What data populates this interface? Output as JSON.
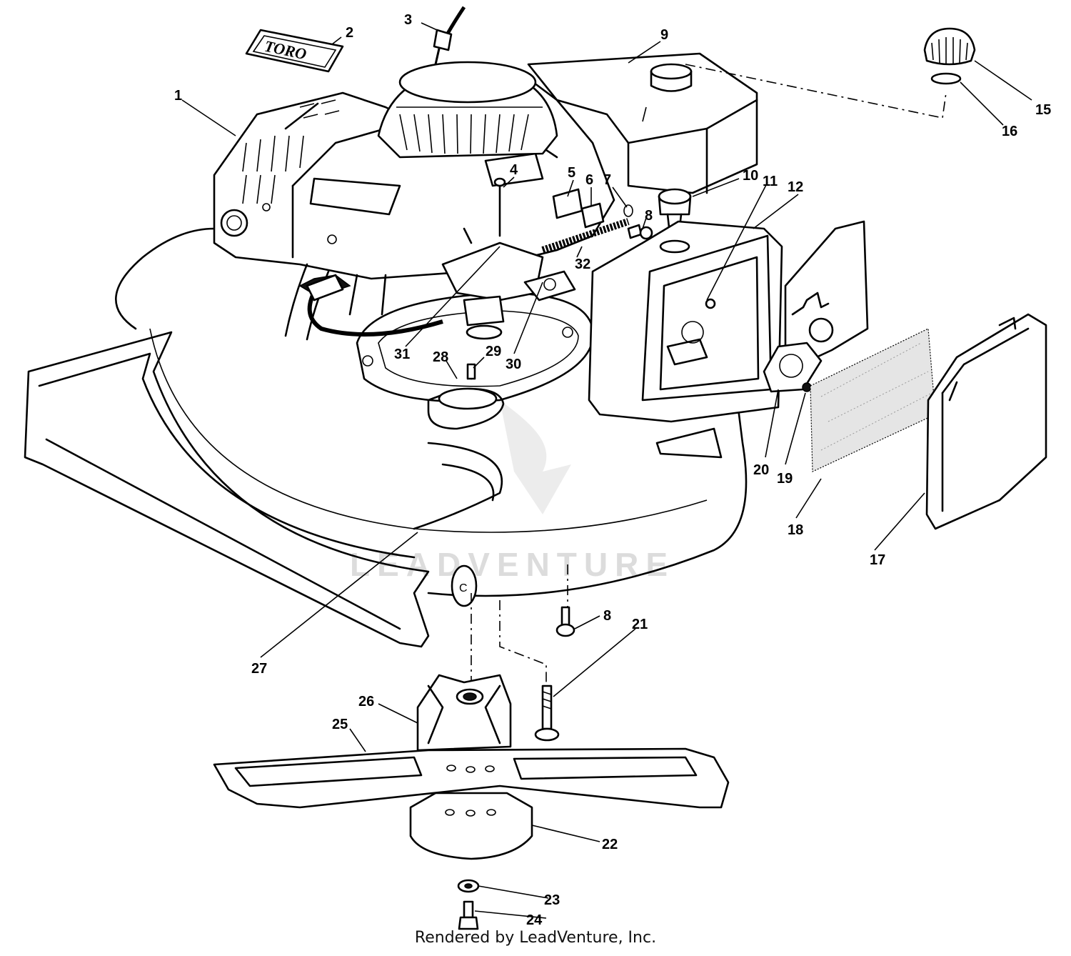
{
  "brand_plate_text": "TORO",
  "watermark_text": "LEADVENTURE",
  "footer_text": "Rendered by LeadVenture, Inc.",
  "callouts": [
    "1",
    "2",
    "3",
    "4",
    "5",
    "6",
    "7",
    "8",
    "9",
    "10",
    "11",
    "12",
    "15",
    "16",
    "17",
    "18",
    "19",
    "20",
    "21",
    "22",
    "23",
    "24",
    "25",
    "26",
    "27",
    "28",
    "29",
    "30",
    "31",
    "32",
    "8"
  ]
}
